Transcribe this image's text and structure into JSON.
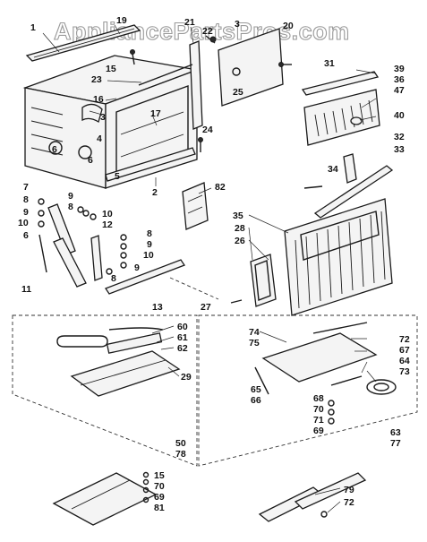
{
  "watermark": "AppliancePartsPros.com",
  "callouts": {
    "c1": "1",
    "c19": "19",
    "c21": "21",
    "c22": "22",
    "c3a": "3",
    "c20": "20",
    "c15a": "15",
    "c23": "23",
    "c16": "16",
    "c3b": "3",
    "c17": "17",
    "c4": "4",
    "c5": "5",
    "c6a": "6",
    "c6b": "6",
    "c2": "2",
    "c24": "24",
    "c25": "25",
    "c31": "31",
    "c39": "39",
    "c36": "36",
    "c47": "47",
    "c40": "40",
    "c32": "32",
    "c33": "33",
    "c34": "34",
    "c82": "82",
    "c7": "7",
    "c8a": "8",
    "c9a": "9",
    "c10a": "10",
    "c6c": "6",
    "c9b": "9",
    "c8b": "8",
    "c10b": "10",
    "c12": "12",
    "c8c": "8",
    "c9c": "9",
    "c10c": "10",
    "c9d": "9",
    "c8d": "8",
    "c11": "11",
    "c13": "13",
    "c27": "27",
    "c35": "35",
    "c28": "28",
    "c26": "26",
    "c60": "60",
    "c61": "61",
    "c62": "62",
    "c29": "29",
    "c74": "74",
    "c75": "75",
    "c72": "72",
    "c67": "67",
    "c64": "64",
    "c73": "73",
    "c65": "65",
    "c66": "66",
    "c68": "68",
    "c70a": "70",
    "c71": "71",
    "c69a": "69",
    "c63": "63",
    "c77": "77",
    "c50": "50",
    "c78": "78",
    "c15b": "15",
    "c70b": "70",
    "c69b": "69",
    "c81": "81",
    "c79": "79",
    "c72b": "72"
  }
}
